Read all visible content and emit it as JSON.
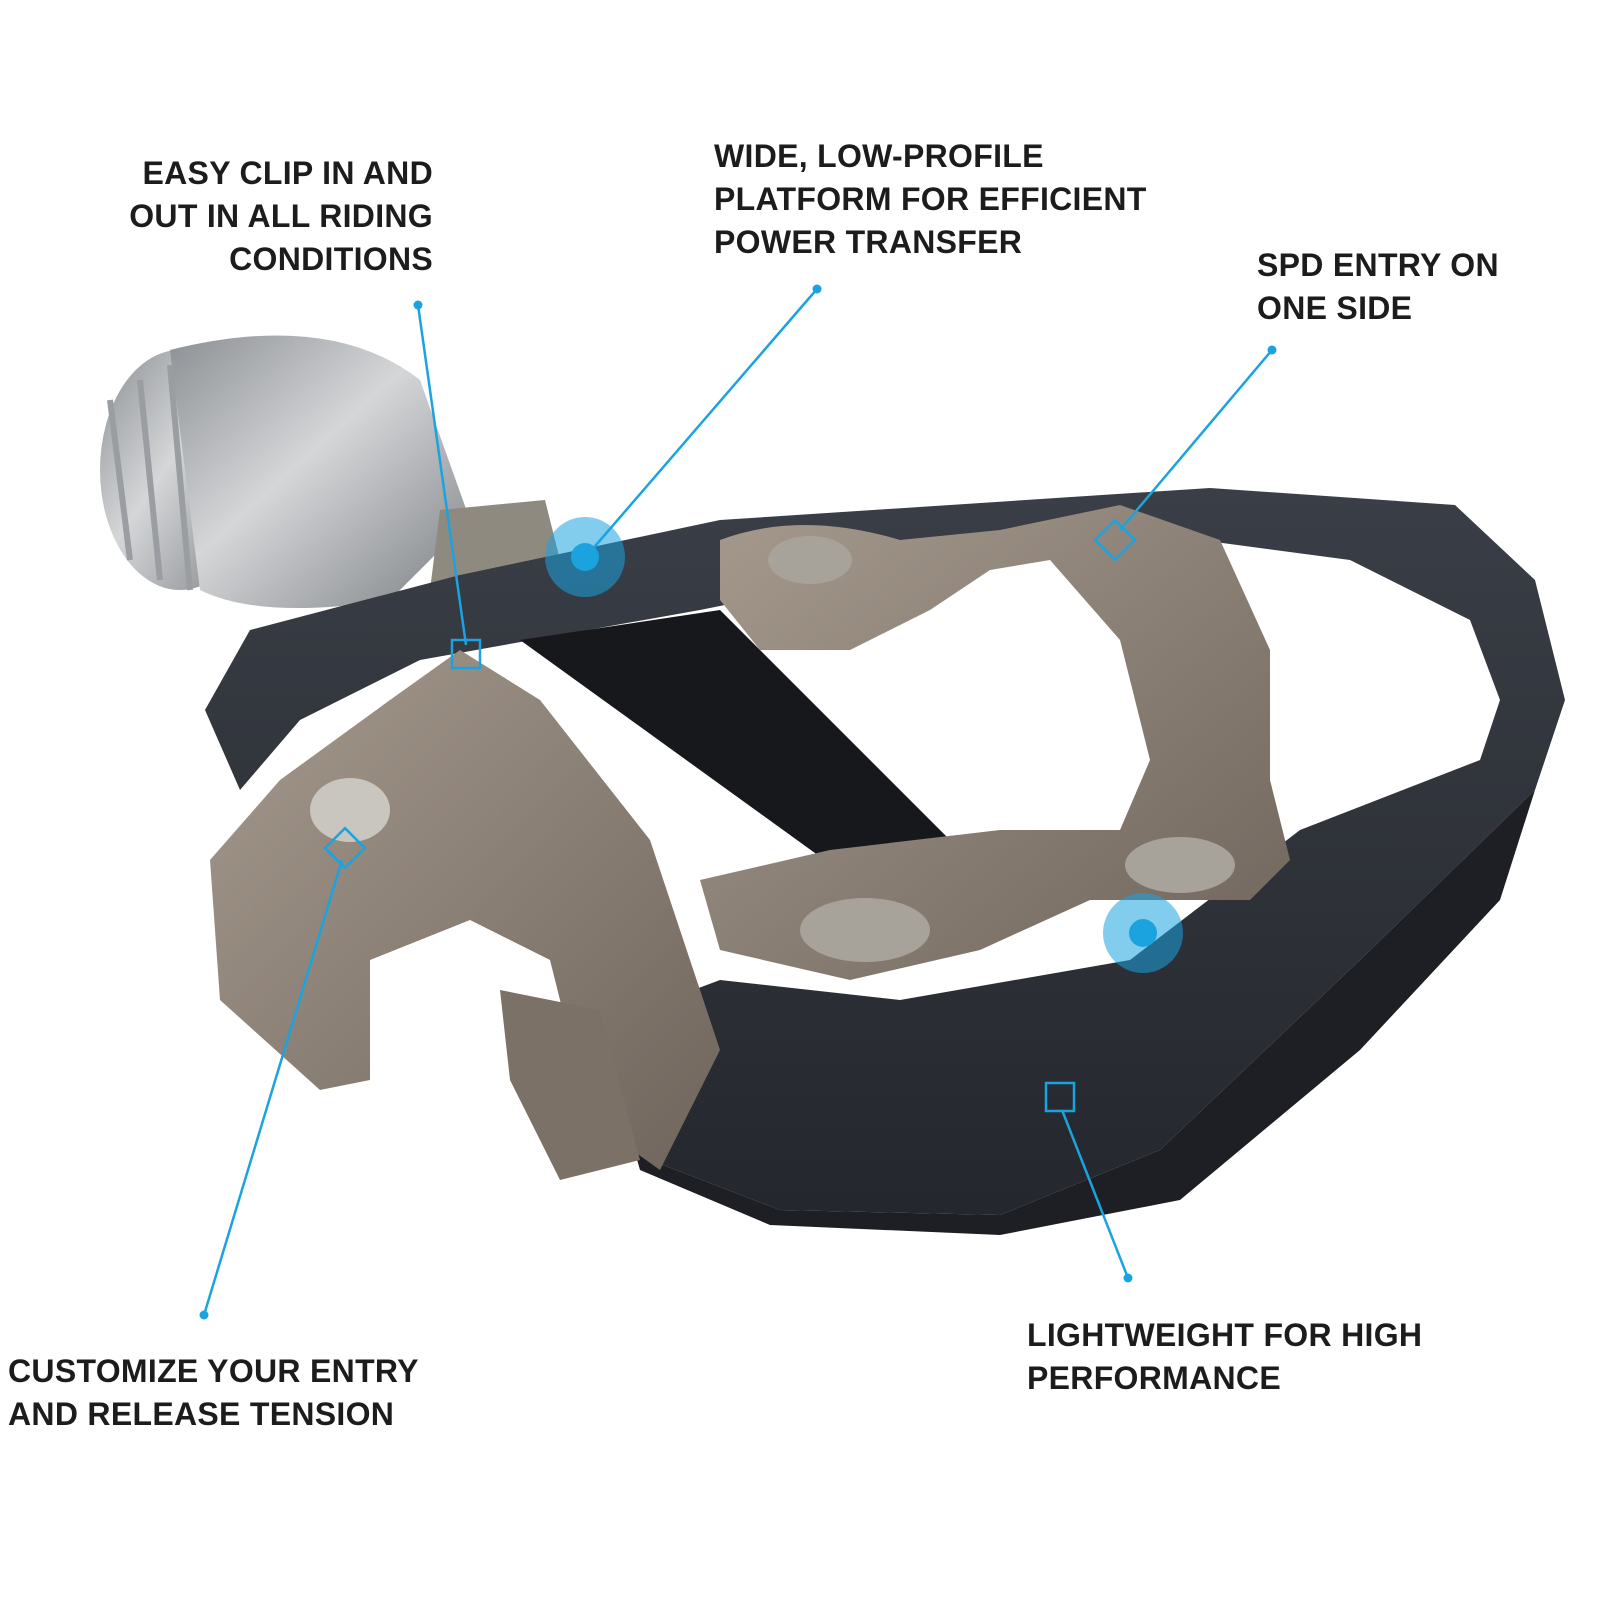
{
  "colors": {
    "accent": "#1ba3e0",
    "platform": "#2f3239",
    "clip": "#8e8276",
    "spindle": "#b4b6b9"
  },
  "callouts": [
    {
      "id": "easy-clip",
      "lines": [
        "EASY CLIP IN AND",
        "OUT IN ALL RIDING",
        "CONDITIONS"
      ]
    },
    {
      "id": "wide-platform",
      "lines": [
        "WIDE, LOW-PROFILE",
        "PLATFORM FOR EFFICIENT",
        "POWER TRANSFER"
      ]
    },
    {
      "id": "spd-entry",
      "lines": [
        "SPD ENTRY ON",
        "ONE SIDE"
      ]
    },
    {
      "id": "customize-tension",
      "lines": [
        "CUSTOMIZE YOUR ENTRY",
        "AND RELEASE TENSION"
      ]
    },
    {
      "id": "lightweight",
      "lines": [
        "LIGHTWEIGHT FOR HIGH",
        "PERFORMANCE"
      ]
    }
  ]
}
